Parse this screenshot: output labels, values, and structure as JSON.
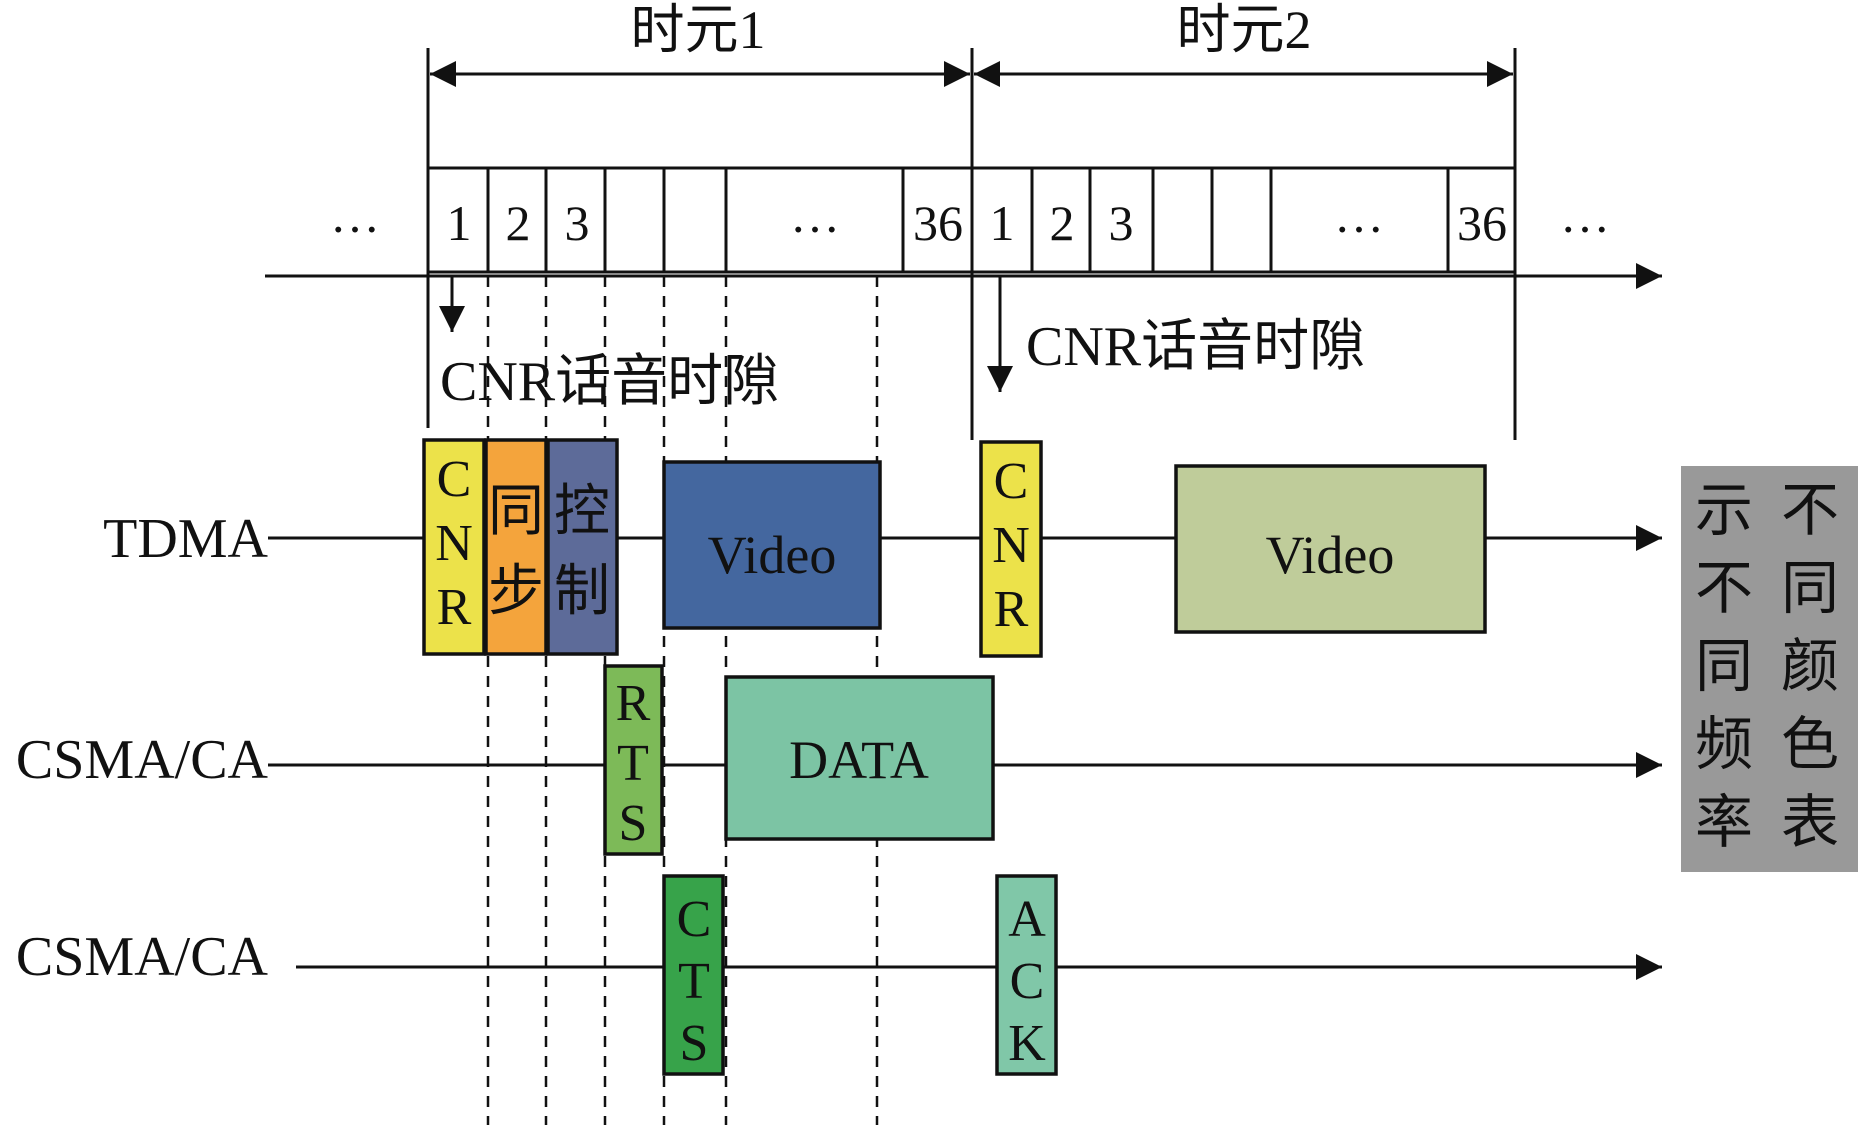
{
  "epochs": [
    {
      "label": "时元1"
    },
    {
      "label": "时元2"
    }
  ],
  "ellipsis": "…",
  "slots": {
    "epoch1": [
      "1",
      "2",
      "3",
      "36"
    ],
    "epoch2": [
      "1",
      "2",
      "3",
      "36"
    ]
  },
  "cnr_voice_slot": "CNR话音时隙",
  "rows": {
    "tdma": "TDMA",
    "csma_1": "CSMA/CA",
    "csma_2": "CSMA/CA"
  },
  "frames": {
    "cnr_1": [
      "C",
      "N",
      "R"
    ],
    "sync": [
      "同",
      "步"
    ],
    "control": [
      "控",
      "制"
    ],
    "video_1": "Video",
    "cnr_2": [
      "C",
      "N",
      "R"
    ],
    "video_2": "Video",
    "rts": [
      "R",
      "T",
      "S"
    ],
    "data": "DATA",
    "cts": [
      "C",
      "T",
      "S"
    ],
    "ack": [
      "A",
      "C",
      "K"
    ]
  },
  "legend_note": {
    "col1": [
      "示",
      "不",
      "同",
      "频",
      "率"
    ],
    "col2": [
      "不",
      "同",
      "颜",
      "色",
      "表"
    ]
  },
  "colors": {
    "cnr": "#ece24a",
    "sync": "#f4a43c",
    "control": "#5d6b99",
    "video_1": "#44679f",
    "video_2": "#bfcc9a",
    "rts": "#7dba58",
    "data": "#7cc4a4",
    "cts": "#37a34a",
    "ack": "#80c7a8",
    "note_bg": "#999999"
  }
}
